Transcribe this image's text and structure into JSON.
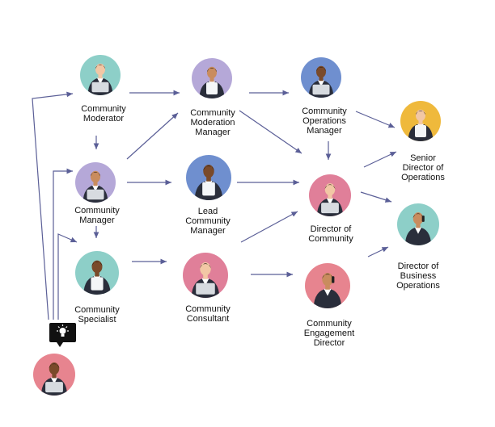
{
  "colors": {
    "line": "#5b5f97",
    "teal": "#8dcfc8",
    "purple": "#b5a8d8",
    "blue": "#6f8fcf",
    "gold": "#efb93c",
    "pink": "#e07f99",
    "rose": "#e7848f",
    "skin_light": "#f2c7a5",
    "skin_medium": "#c98c5e",
    "skin_dark": "#7a4a2a",
    "suit": "#2a2e3b",
    "laptop": "#d7dbe0"
  },
  "nodes": [
    {
      "id": "community-moderator",
      "label": "Community\nModerator",
      "bg": "teal",
      "icon": "person-with-laptop-icon"
    },
    {
      "id": "community-moderation-manager",
      "label": "Community\nModeration\nManager",
      "bg": "purple",
      "icon": "person-with-tablet-icon"
    },
    {
      "id": "community-operations-manager",
      "label": "Community\nOperations\nManager",
      "bg": "blue",
      "icon": "person-with-laptop-icon"
    },
    {
      "id": "senior-director-of-operations",
      "label": "Senior\nDirector of\nOperations",
      "bg": "gold",
      "icon": "person-with-tablet-icon"
    },
    {
      "id": "community-manager",
      "label": "Community\nManager",
      "bg": "purple",
      "icon": "person-with-laptop-icon"
    },
    {
      "id": "lead-community-manager",
      "label": "Lead\nCommunity\nManager",
      "bg": "blue",
      "icon": "person-with-tablet-icon"
    },
    {
      "id": "director-of-community",
      "label": "Director of\nCommunity",
      "bg": "pink",
      "icon": "person-with-laptop-icon"
    },
    {
      "id": "director-of-business-operations",
      "label": "Director of\nBusiness\nOperations",
      "bg": "teal",
      "icon": "person-on-phone-icon"
    },
    {
      "id": "community-specialist",
      "label": "Community\nSpecialist",
      "bg": "teal",
      "icon": "person-with-tablet-icon"
    },
    {
      "id": "community-consultant",
      "label": "Community\nConsultant",
      "bg": "pink",
      "icon": "person-with-laptop-icon"
    },
    {
      "id": "community-engagement-director",
      "label": "Community\nEngagement\nDirector",
      "bg": "rose",
      "icon": "person-on-phone-icon"
    },
    {
      "id": "entry-candidate",
      "label": "",
      "bg": "rose",
      "icon": "person-with-laptop-icon"
    }
  ],
  "badge": {
    "icon": "lightbulb-icon"
  },
  "edges": [
    [
      "community-moderator",
      "community-moderation-manager"
    ],
    [
      "community-moderation-manager",
      "community-operations-manager"
    ],
    [
      "community-operations-manager",
      "senior-director-of-operations"
    ],
    [
      "community-moderator",
      "community-manager"
    ],
    [
      "community-manager",
      "community-moderation-manager"
    ],
    [
      "community-manager",
      "lead-community-manager"
    ],
    [
      "community-manager",
      "community-specialist"
    ],
    [
      "community-moderation-manager",
      "director-of-community"
    ],
    [
      "community-operations-manager",
      "director-of-community"
    ],
    [
      "lead-community-manager",
      "director-of-community"
    ],
    [
      "community-consultant",
      "director-of-community"
    ],
    [
      "director-of-community",
      "senior-director-of-operations"
    ],
    [
      "director-of-community",
      "director-of-business-operations"
    ],
    [
      "community-specialist",
      "community-consultant"
    ],
    [
      "community-consultant",
      "community-engagement-director"
    ],
    [
      "community-engagement-director",
      "director-of-business-operations"
    ],
    [
      "entry-candidate",
      "community-moderator"
    ],
    [
      "entry-candidate",
      "community-manager"
    ],
    [
      "entry-candidate",
      "community-specialist"
    ]
  ]
}
